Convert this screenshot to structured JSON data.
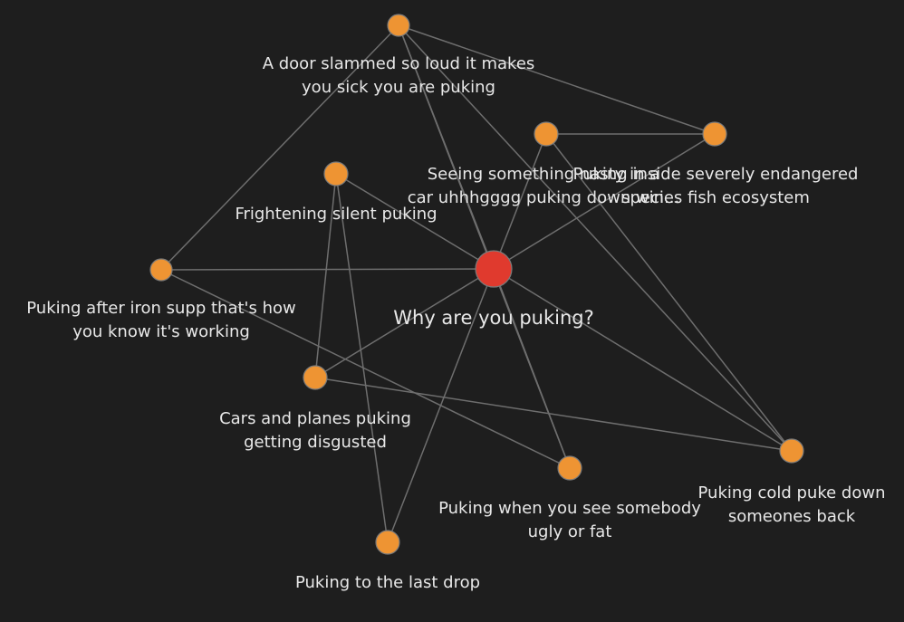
{
  "graph": {
    "center": {
      "id": "center",
      "label": [
        "Why are you puking?"
      ],
      "color": "#e03a2e"
    },
    "nodes": [
      {
        "id": "door",
        "label": [
          "A door slammed so loud it makes",
          "you sick you are puking"
        ]
      },
      {
        "id": "nasty-car",
        "label": [
          "Seeing something nasty in a",
          "car uhhhgggg puking down win..."
        ]
      },
      {
        "id": "fish",
        "label": [
          "Puking inside severely endangered",
          "species fish ecosystem"
        ]
      },
      {
        "id": "silent",
        "label": [
          "Frightening silent puking"
        ]
      },
      {
        "id": "iron",
        "label": [
          "Puking after iron supp that's how",
          "you know it's working"
        ]
      },
      {
        "id": "cars-planes",
        "label": [
          "Cars and planes puking",
          "getting disgusted"
        ]
      },
      {
        "id": "ugly",
        "label": [
          "Puking when you see somebody",
          "ugly or fat"
        ]
      },
      {
        "id": "cold",
        "label": [
          "Puking cold puke down",
          "someones back"
        ]
      },
      {
        "id": "last-drop",
        "label": [
          "Puking to the last drop"
        ]
      }
    ],
    "node_color": "#ee9433",
    "edge_color": "#6e6e6e",
    "edges": [
      [
        "door",
        "center"
      ],
      [
        "door",
        "fish"
      ],
      [
        "door",
        "iron"
      ],
      [
        "door",
        "ugly"
      ],
      [
        "door",
        "cold"
      ],
      [
        "nasty-car",
        "fish"
      ],
      [
        "nasty-car",
        "center"
      ],
      [
        "nasty-car",
        "cold"
      ],
      [
        "fish",
        "center"
      ],
      [
        "silent",
        "center"
      ],
      [
        "silent",
        "cars-planes"
      ],
      [
        "silent",
        "last-drop"
      ],
      [
        "iron",
        "center"
      ],
      [
        "iron",
        "ugly"
      ],
      [
        "cars-planes",
        "center"
      ],
      [
        "cars-planes",
        "cold"
      ],
      [
        "ugly",
        "center"
      ],
      [
        "cold",
        "center"
      ],
      [
        "last-drop",
        "center"
      ]
    ]
  }
}
